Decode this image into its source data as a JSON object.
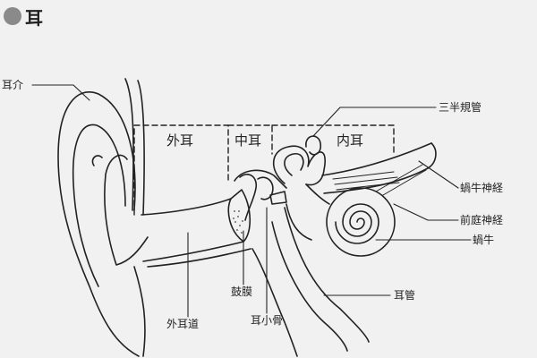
{
  "title": "耳",
  "regions": {
    "outer": "外耳",
    "middle": "中耳",
    "inner": "内耳"
  },
  "labels": {
    "auricle": "耳介",
    "semicircular_canals": "三半規管",
    "cochlear_nerve": "蝸牛神経",
    "vestibular_nerve": "前庭神経",
    "cochlea": "蝸牛",
    "eustachian_tube": "耳管",
    "eardrum": "鼓膜",
    "ear_canal": "外耳道",
    "ossicles": "耳小骨"
  },
  "colors": {
    "background": "#f1f1f1",
    "line": "#222222",
    "bullet": "#8a8a8a"
  }
}
